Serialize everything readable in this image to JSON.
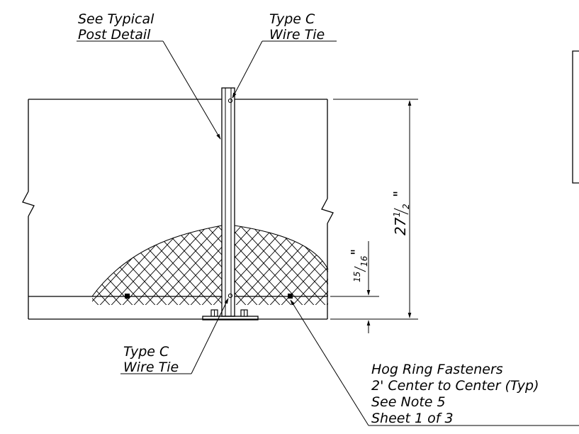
{
  "labels": {
    "post_detail": [
      "See Typical",
      "Post Detail"
    ],
    "wire_tie_top": [
      "Type C",
      "Wire Tie"
    ],
    "wire_tie_bottom": [
      "Type C",
      "Wire Tie"
    ],
    "hog_ring": [
      "Hog Ring Fasteners",
      "2' Center to Center (Typ)",
      "See Note 5",
      "Sheet 1 of 3"
    ]
  },
  "dimensions": {
    "height_whole": "27",
    "height_num": "1",
    "height_den": "2",
    "height_unit": "\"",
    "offset_num": "15",
    "offset_den": "16",
    "offset_unit": "\""
  }
}
